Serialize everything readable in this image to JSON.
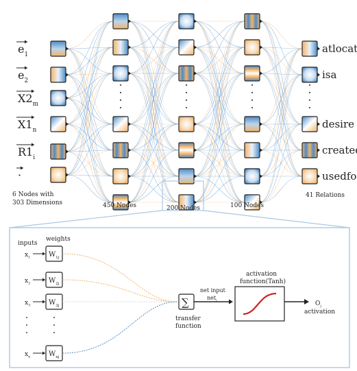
{
  "network": {
    "input_labels": [
      {
        "main": "e",
        "sub": "1",
        "arrow": true
      },
      {
        "main": "e",
        "sub": "2",
        "arrow": true
      },
      {
        "main": "X2",
        "sub": "m",
        "arrow": true
      },
      {
        "main": "X1",
        "sub": "n",
        "arrow": true
      },
      {
        "main": "R1",
        "sub": "i",
        "arrow": true
      },
      {
        "main": "·",
        "sub": "",
        "arrow": true
      }
    ],
    "input_caption_line1": "6 Nodes with",
    "input_caption_line2": "303 Dimensions",
    "layer_captions": [
      "450 Nodes",
      "200 Nodes",
      "100 Nodes"
    ],
    "output_labels": [
      "atlocation",
      "isa",
      "desire",
      "createdby",
      "usedfor"
    ],
    "output_caption": "41 Relations",
    "ellipsis": "·"
  },
  "detail": {
    "inputs_label": "inputs",
    "weights_label": "weights",
    "inputs": [
      {
        "x": "x",
        "xsub": "1",
        "w": "W",
        "wsub": "1j"
      },
      {
        "x": "x",
        "xsub": "2",
        "w": "W",
        "wsub": "2j"
      },
      {
        "x": "x",
        "xsub": "3",
        "w": "W",
        "wsub": "3j"
      },
      {
        "x": "x",
        "xsub": "n",
        "w": "W",
        "wsub": "nj"
      }
    ],
    "sum_symbol": "∑",
    "transfer_label_line1": "transfer",
    "transfer_label_line2": "function",
    "net_input_label": "net input",
    "net_label": "net",
    "net_sub": "j",
    "activation_title_line1": "activation",
    "activation_title_line2": "function(Tanh)",
    "output_symbol": "O",
    "output_sub": "j",
    "output_label": "activation",
    "dots": "·"
  },
  "colors": {
    "blue": "#4d8cc8",
    "orange": "#f2b36a",
    "frame": "#a9c8e6",
    "curve": "#cc2222",
    "text": "#222222"
  }
}
